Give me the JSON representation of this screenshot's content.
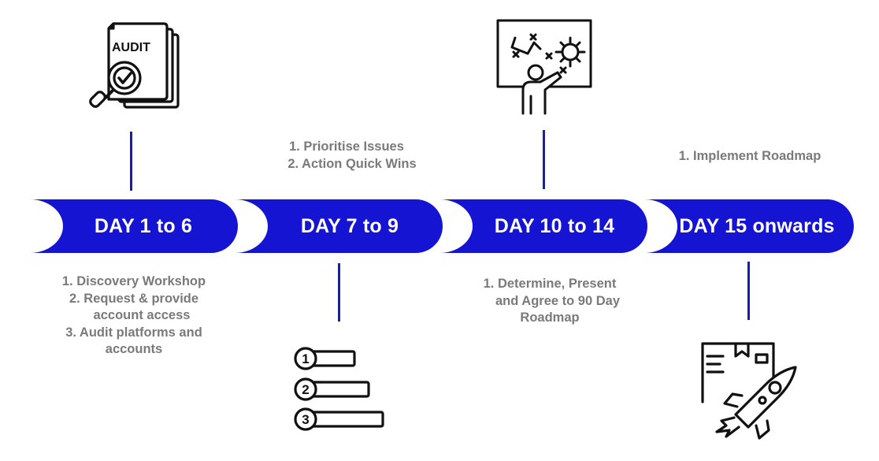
{
  "colors": {
    "accent": "#1414d2",
    "connector": "#1a1ab8",
    "task_text": "#7a7a7a",
    "background": "#ffffff"
  },
  "phases": [
    {
      "label": "DAY 1 to 6",
      "icon": "audit-magnifier-icon",
      "icon_text": "AUDIT",
      "tasks": [
        "1. Discovery Workshop",
        "2. Request & provide",
        "account access",
        "3. Audit platforms and",
        "accounts"
      ]
    },
    {
      "label": "DAY 7 to 9",
      "icon": "numbered-list-icon",
      "icon_numbers": [
        "1",
        "2",
        "3"
      ],
      "tasks": [
        "1. Prioritise Issues",
        "2. Action Quick Wins"
      ]
    },
    {
      "label": "DAY 10 to 14",
      "icon": "strategy-board-icon",
      "tasks": [
        "1. Determine, Present",
        "and Agree to 90 Day",
        "Roadmap"
      ]
    },
    {
      "label": "DAY 15 onwards",
      "icon": "rocket-launch-icon",
      "tasks": [
        "1. Implement Roadmap"
      ]
    }
  ]
}
